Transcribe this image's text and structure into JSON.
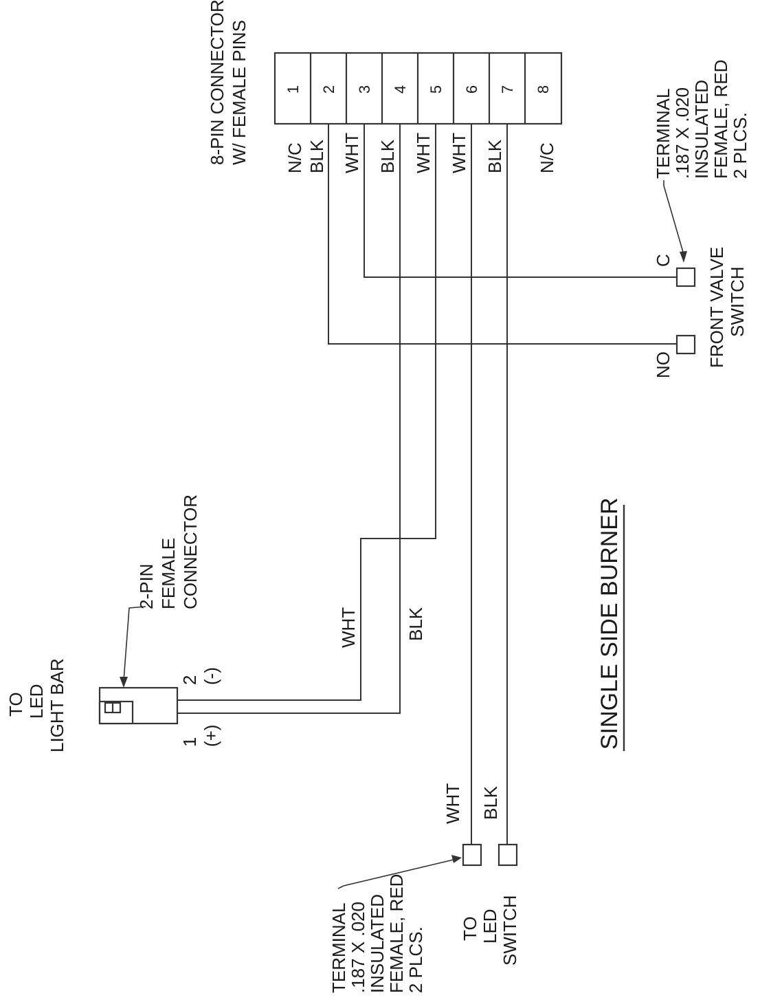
{
  "title": "SINGLE SIDE BURNER",
  "connector_8pin": {
    "label_line1": "8-PIN CONNECTOR",
    "label_line2": "W/ FEMALE PINS",
    "pins": [
      "1",
      "2",
      "3",
      "4",
      "5",
      "6",
      "7",
      "8"
    ],
    "wires": [
      "N/C",
      "BLK",
      "WHT",
      "BLK",
      "WHT",
      "WHT",
      "BLK",
      "N/C"
    ]
  },
  "front_valve_switch": {
    "label_line1": "FRONT VALVE",
    "label_line2": "SWITCH",
    "c_label": "C",
    "no_label": "NO"
  },
  "terminal_right": {
    "line1": "TERMINAL",
    "line2": ".187 X .020",
    "line3": "INSULATED",
    "line4": "FEMALE, RED",
    "line5": "2 PLCS."
  },
  "terminal_bottom": {
    "line1": "TERMINAL",
    "line2": ".187 X .020",
    "line3": "INSULATED",
    "line4": "FEMALE, RED",
    "line5": "2 PLCS."
  },
  "two_pin_connector": {
    "line1": "2-PIN",
    "line2": "FEMALE",
    "line3": "CONNECTOR",
    "pin2": "2",
    "pin2_sign": "(-)",
    "pin1": "1",
    "pin1_sign": "(+)"
  },
  "led_light_bar": {
    "line1": "TO",
    "line2": "LED",
    "line3": "LIGHT BAR"
  },
  "led_switch": {
    "line1": "TO",
    "line2": "LED",
    "line3": "SWITCH"
  },
  "wire_labels": {
    "light_bar_wht": "WHT",
    "light_bar_blk": "BLK",
    "switch_wht": "WHT",
    "switch_blk": "BLK"
  }
}
